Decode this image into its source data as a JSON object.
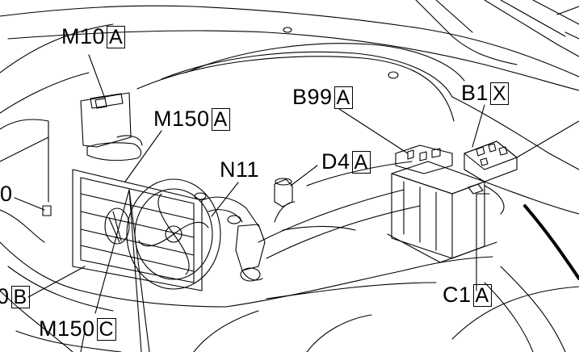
{
  "labels": {
    "m10": {
      "code": "M10",
      "suffix": "A"
    },
    "m150a": {
      "code": "M150",
      "suffix": "A"
    },
    "b99": {
      "code": "B99",
      "suffix": "A"
    },
    "b1": {
      "code": "B1",
      "suffix": "X"
    },
    "n11": {
      "code": "N11",
      "suffix": ""
    },
    "d4": {
      "code": "D4",
      "suffix": "A"
    },
    "c1": {
      "code": "C1",
      "suffix": "A"
    },
    "m150c": {
      "code": "M150",
      "suffix": "C"
    },
    "left_zero": {
      "code": "0",
      "suffix": ""
    },
    "left_b": {
      "code": "0",
      "suffix": "B"
    }
  },
  "colors": {
    "line": "#000000",
    "background": "#ffffff"
  }
}
